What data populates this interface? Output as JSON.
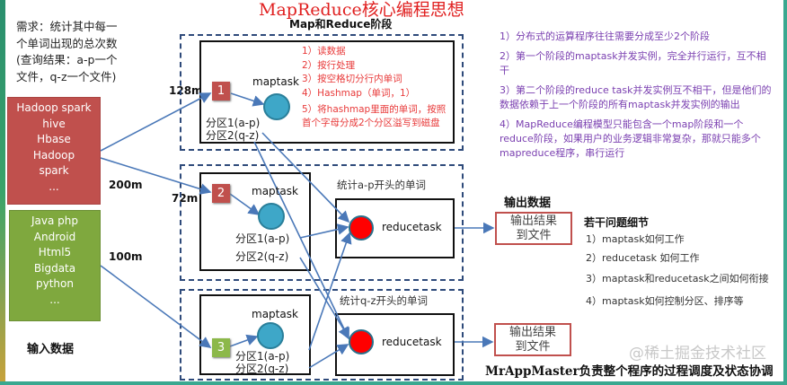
{
  "title": "MapReduce核心编程思想",
  "subtitle": "Map和Reduce阶段",
  "requirement": "需求：统计其中每一个单词出现的总次数(查询结果：a-p一个文件，q-z一个文件)",
  "input": {
    "label": "输入数据",
    "file1_lines": [
      "Hadoop spark",
      "hive",
      "Hbase",
      "Hadoop",
      "spark",
      "..."
    ],
    "file2_lines": [
      "Java php",
      "Android",
      "Html5",
      "Bigdata",
      "python",
      "..."
    ],
    "file1_size": "200m",
    "file2_size": "100m"
  },
  "splits": [
    {
      "id": "1",
      "size": "128m"
    },
    {
      "id": "2",
      "size": "72m"
    },
    {
      "id": "3"
    }
  ],
  "maptask_label": "maptask",
  "partition1": "分区1(a-p)",
  "partition2": "分区2(q-z)",
  "map_steps": [
    "1）读数据",
    "2）按行处理",
    "3）按空格切分行内单词",
    "4）Hashmap（单词，1）",
    "5）将hashmap里面的单词，按照首个字母分成2个分区溢写到磁盘"
  ],
  "reduce1_caption": "统计a-p开头的单词",
  "reduce2_caption": "统计q-z开头的单词",
  "reducetask_label": "reducetask",
  "output": {
    "label": "输出数据",
    "box_line1": "输出结果",
    "box_line2": "到文件"
  },
  "notes": [
    "1）分布式的运算程序往往需要分成至少2个阶段",
    "2）第一个阶段的maptask并发实例，完全并行运行，互不相干",
    "3）第二个阶段的reduce task并发实例互不相干，但是他们的数据依赖于上一个阶段的所有maptask并发实例的输出",
    "4）MapReduce编程模型只能包含一个map阶段和一个reduce阶段，如果用户的业务逻辑非常复杂，那就只能多个mapreduce程序，串行运行"
  ],
  "questions": {
    "title": "若干问题细节",
    "items": [
      "1）maptask如何工作",
      "2）reducetask 如何工作",
      "3）maptask和reducetask之间如何衔接",
      "4）maptask如何控制分区、排序等"
    ]
  },
  "watermark": "@稀土掘金技术社区",
  "footer": "MrAppMaster负责整个程序的过程调度及状态协调",
  "colors": {
    "title": "#e02020",
    "notes": "#7a3fb0",
    "arrow": "#4a78b8",
    "red_block": "#c0504d",
    "green_block": "#7fa83e"
  }
}
